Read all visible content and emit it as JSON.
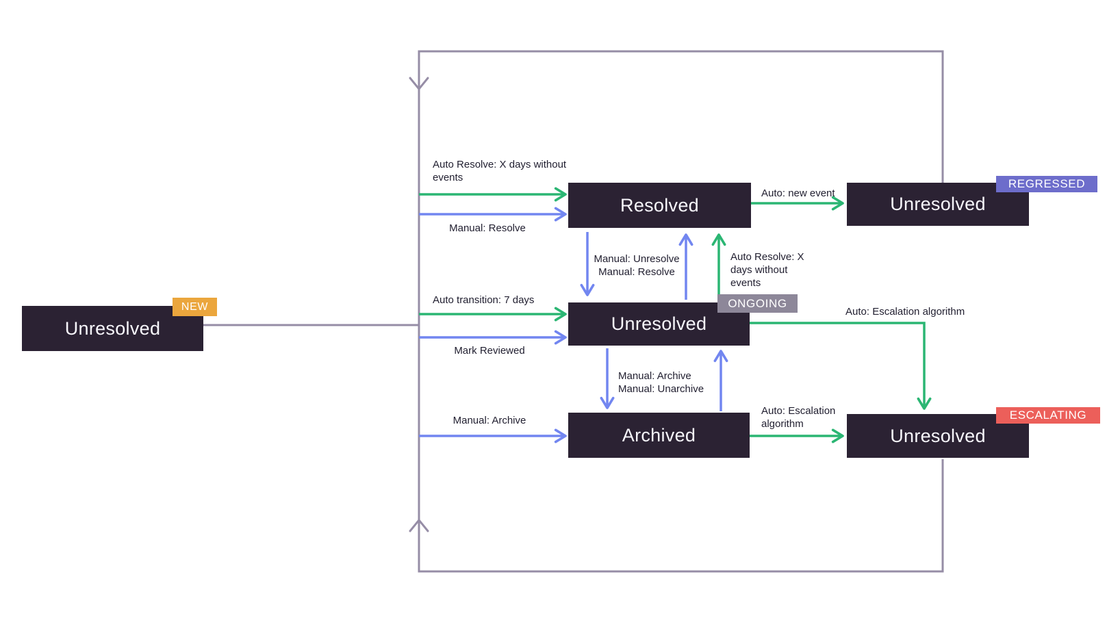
{
  "nodes": [
    {
      "id": "new",
      "label": "Unresolved",
      "badge": "NEW",
      "badge_color": "#eba63d"
    },
    {
      "id": "resolved",
      "label": "Resolved"
    },
    {
      "id": "regressed",
      "label": "Unresolved",
      "badge": "REGRESSED",
      "badge_color": "#6d6dcb"
    },
    {
      "id": "ongoing",
      "label": "Unresolved",
      "badge": "ONGOING",
      "badge_color": "#8d8799"
    },
    {
      "id": "archived",
      "label": "Archived"
    },
    {
      "id": "escalating",
      "label": "Unresolved",
      "badge": "ESCALATING",
      "badge_color": "#ec5f5a"
    }
  ],
  "edges": {
    "auto_resolve_new": "Auto Resolve: X days without\nevents",
    "manual_resolve_new": "Manual: Resolve",
    "auto_transition": "Auto transition: 7 days",
    "mark_reviewed": "Mark Reviewed",
    "manual_archive_new": "Manual: Archive",
    "manual_unresolve_resolve": "Manual: Unresolve\nManual: Resolve",
    "auto_resolve_ongoing": "Auto Resolve: X\ndays without\nevents",
    "auto_new_event": "Auto: new event",
    "auto_escalation_ongoing": "Auto: Escalation algorithm",
    "manual_archive_unarchive": "Manual: Archive\nManual: Unarchive",
    "auto_escalation_archived": "Auto: Escalation\nalgorithm"
  },
  "colors": {
    "node_bg": "#2b2233",
    "node_text": "#f7f6fb",
    "label_text": "#222031",
    "arrow_green": "#2bb673",
    "arrow_blue": "#7286f0",
    "loop_gray": "#968da6",
    "badge_text": "#ffffff",
    "background": "#ffffff"
  }
}
